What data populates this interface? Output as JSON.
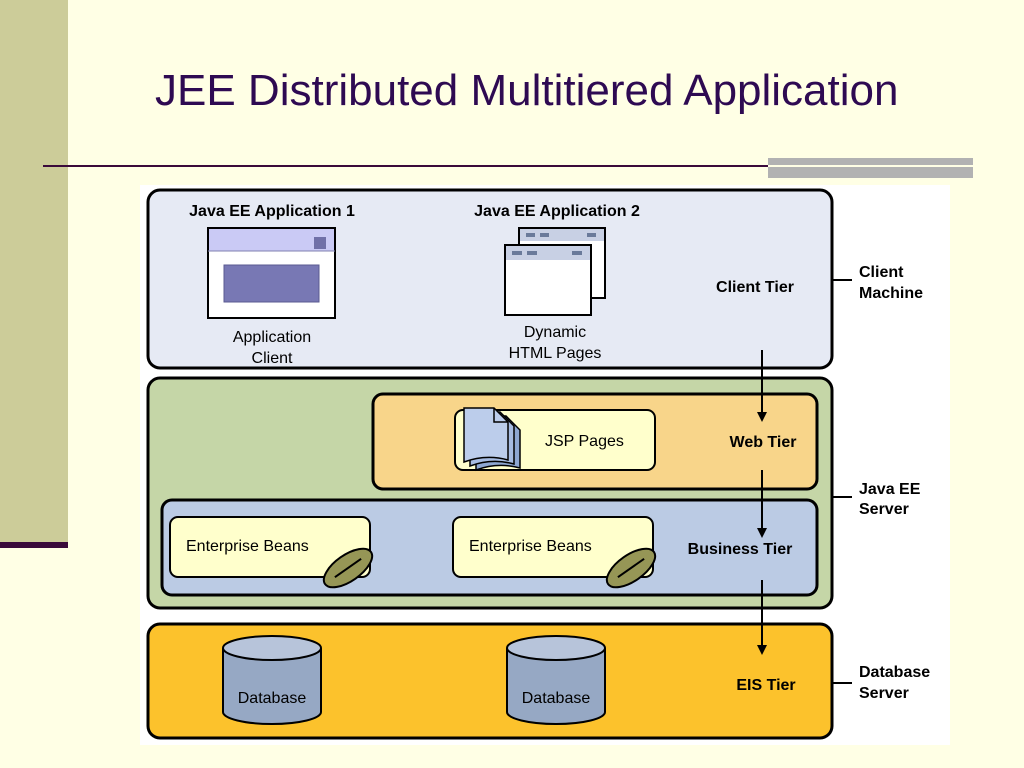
{
  "slide": {
    "title": "JEE Distributed Multitiered Application"
  },
  "diagram": {
    "client_tier": {
      "label": "Client Tier",
      "app1": {
        "heading": "Java EE Application 1",
        "caption_line1": "Application",
        "caption_line2": "Client"
      },
      "app2": {
        "heading": "Java EE Application 2",
        "caption_line1": "Dynamic",
        "caption_line2": "HTML Pages"
      }
    },
    "web_tier": {
      "label": "Web Tier",
      "component": "JSP Pages"
    },
    "business_tier": {
      "label": "Business Tier",
      "bean1": "Enterprise Beans",
      "bean2": "Enterprise Beans"
    },
    "eis_tier": {
      "label": "EIS Tier",
      "db1": "Database",
      "db2": "Database"
    },
    "machines": {
      "client_line1": "Client",
      "client_line2": "Machine",
      "server_line1": "Java EE",
      "server_line2": "Server",
      "db_line1": "Database",
      "db_line2": "Server"
    },
    "colors": {
      "client_fill": "#E6EAF4",
      "server_fill": "#C5D6A7",
      "web_fill": "#F8D58A",
      "business_fill": "#BBCBE4",
      "eis_fill": "#FCC22C",
      "component_fill": "#FFFFCC",
      "database_fill": "#96A8C4",
      "bean_icon": "#969656"
    }
  }
}
